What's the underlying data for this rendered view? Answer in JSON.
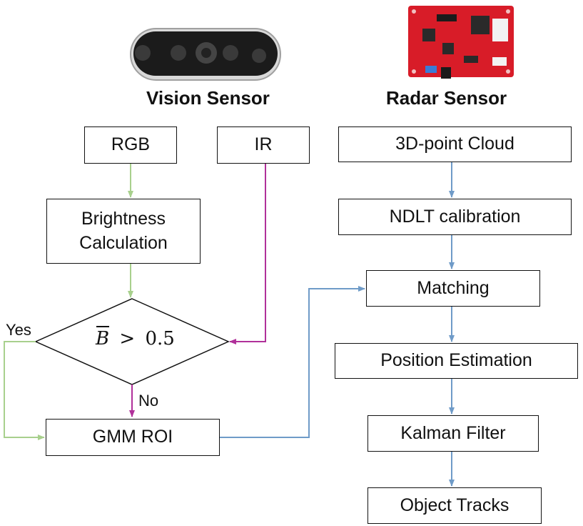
{
  "vision": {
    "title": "Vision Sensor",
    "rgb": "RGB",
    "ir": "IR",
    "brightness_line1": "Brightness",
    "brightness_line2": "Calculation",
    "decision": {
      "var": "B",
      "op": ">",
      "value": "0.5"
    },
    "yes": "Yes",
    "no": "No",
    "gmm": "GMM ROI"
  },
  "radar": {
    "title": "Radar Sensor",
    "cloud": "3D-point Cloud",
    "ndlt": "NDLT calibration",
    "matching": "Matching",
    "position": "Position Estimation",
    "kalman": "Kalman Filter",
    "tracks": "Object Tracks"
  },
  "colors": {
    "rgb_path": "#a8d08d",
    "ir_path": "#b0309a",
    "radar_path": "#6f9bc8"
  }
}
